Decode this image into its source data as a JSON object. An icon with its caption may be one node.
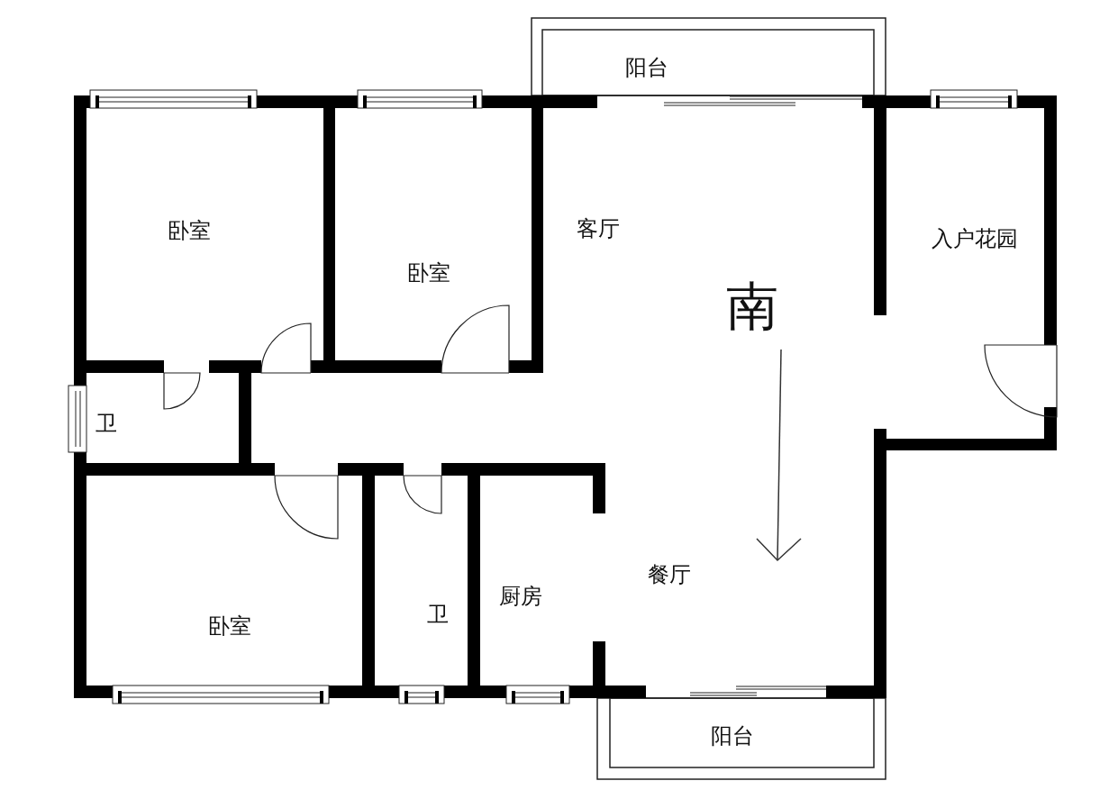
{
  "diagram": {
    "nodes": [
      {
        "text": [
          "阳台"
        ]
      },
      {
        "text": [
          "卧室"
        ]
      },
      {
        "text": [
          "卧室"
        ]
      },
      {
        "text": [
          "客厅"
        ]
      },
      {
        "text": [
          "入户花园"
        ]
      },
      {
        "text": [
          "卫"
        ]
      },
      {
        "text": [
          "卧室"
        ]
      },
      {
        "text": [
          "卫"
        ]
      },
      {
        "text": [
          "厨房"
        ]
      },
      {
        "text": [
          "餐厅"
        ]
      },
      {
        "text": [
          "阳台"
        ]
      }
    ],
    "labels": [
      "南"
    ]
  }
}
